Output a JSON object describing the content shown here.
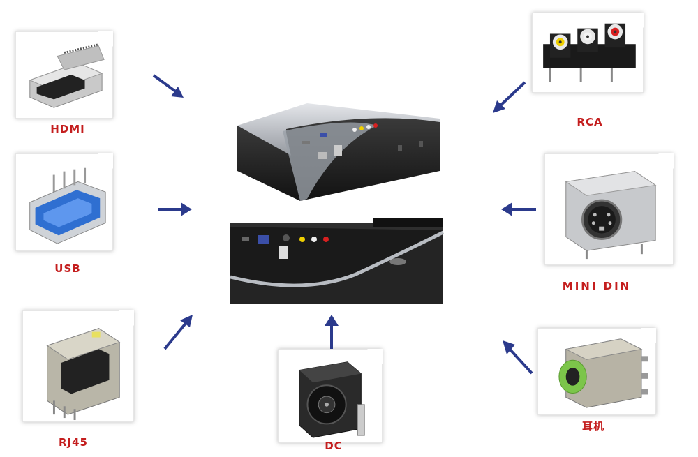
{
  "connectors": {
    "hdmi": {
      "label": "HDMI",
      "icon": "hdmi-connector-icon"
    },
    "usb": {
      "label": "USB",
      "icon": "usb-connector-icon"
    },
    "rj45": {
      "label": "RJ45",
      "icon": "rj45-connector-icon"
    },
    "dc": {
      "label": "DC",
      "icon": "dc-jack-icon"
    },
    "rca": {
      "label": "RCA",
      "icon": "rca-jack-icon"
    },
    "mini_din": {
      "label": "MINI DIN",
      "icon": "mini-din-connector-icon"
    },
    "earphone": {
      "label": "耳机",
      "icon": "earphone-jack-icon"
    }
  },
  "device": {
    "icon": "projector-device-icon"
  },
  "colors": {
    "label": "#c41e1e",
    "arrow": "#2b3a8c",
    "device_body": "#2a2a2a",
    "device_silver": "#b8bcc2"
  }
}
